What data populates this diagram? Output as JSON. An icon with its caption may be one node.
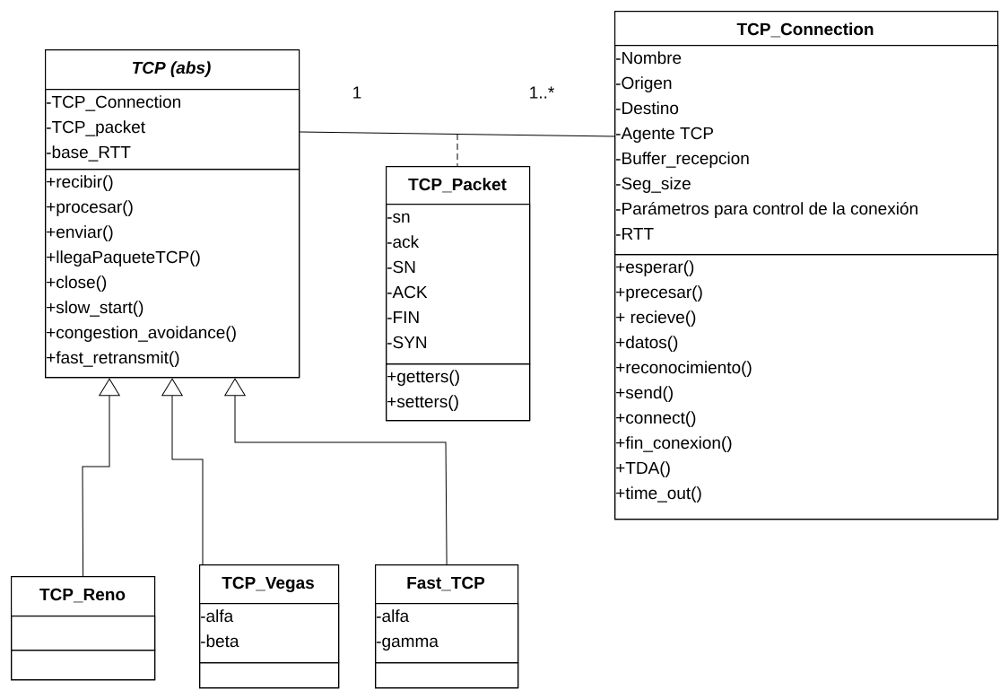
{
  "diagram": {
    "nodes": [
      {
        "text": [
          "TCP (abs)"
        ]
      },
      {
        "text": [
          "-TCP_Connection",
          "-TCP_packet",
          "-base_RTT"
        ],
        "in": 0
      },
      {
        "text": [
          "+recibir()",
          "+procesar()",
          "+enviar()",
          "+llegaPaqueteTCP()",
          "+close()",
          "+slow_start()",
          "+congestion_avoidance()",
          "+fast_retransmit()"
        ],
        "in": 0
      },
      {
        "text": [
          "TCP_Packet"
        ]
      },
      {
        "text": [
          "-sn",
          "-ack",
          "-SN",
          "-ACK",
          "-FIN",
          "-SYN"
        ],
        "in": 3
      },
      {
        "text": [
          "+getters()",
          "+setters()"
        ],
        "in": 3
      },
      {
        "text": [
          "TCP_Connection"
        ]
      },
      {
        "text": [
          "-Nombre",
          "-Origen",
          "-Destino",
          "-Agente TCP",
          "-Buffer_recepcion",
          "-Seg_size",
          "-Parámetros para control de la conexión",
          "-RTT"
        ],
        "in": 6
      },
      {
        "text": [
          "+esperar()",
          "+precesar()",
          "+ recieve()",
          "+datos()",
          "+reconocimiento()",
          "+send()",
          "+connect()",
          "+fin_conexion()",
          "+TDA()",
          "+time_out()"
        ],
        "in": 6
      },
      {
        "text": [
          "TCP_Reno"
        ]
      },
      {
        "text": [],
        "shape": "box",
        "in": 9
      },
      {
        "text": [],
        "shape": "box",
        "in": 9
      },
      {
        "text": [
          "TCP_Vegas"
        ]
      },
      {
        "text": [
          "-alfa",
          "-beta"
        ],
        "in": 12
      },
      {
        "text": [],
        "shape": "box",
        "in": 12
      },
      {
        "text": [
          "Fast_TCP"
        ]
      },
      {
        "text": [
          "-alfa",
          "-gamma"
        ],
        "in": 15
      },
      {
        "text": [],
        "shape": "box",
        "in": 15
      }
    ],
    "edges": [
      {
        "from": 0,
        "to": 6,
        "arrow": "none"
      },
      {
        "from": null,
        "to": 3,
        "arrow": "none",
        "style": "dashed"
      },
      {
        "from": 9,
        "to": 0,
        "arrow": "to"
      },
      {
        "from": 12,
        "to": 0,
        "arrow": "to"
      },
      {
        "from": 15,
        "to": 0,
        "arrow": "to"
      }
    ],
    "labels": [
      "1",
      "1..*"
    ]
  }
}
